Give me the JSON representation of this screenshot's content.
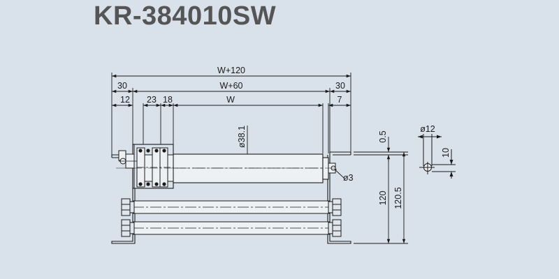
{
  "title": "KR-384010SW",
  "dimensions": {
    "overall_width": "W+120",
    "inner_width": "W+60",
    "roller_width": "W",
    "left_offset": "30",
    "right_offset": "30",
    "d12": "12",
    "d23": "23",
    "d18": "18",
    "d7": "7",
    "roller_dia": "ø38.1",
    "shaft_dia": "ø3",
    "top_gap": "0.5",
    "height_120": "120",
    "height_1205": "120.5",
    "hole_dia": "ø12",
    "hole_height": "10"
  },
  "colors": {
    "background": "#d9e2ea",
    "title": "#555555",
    "line": "#1a1a1a",
    "roller_fill": "#eef1f4"
  }
}
